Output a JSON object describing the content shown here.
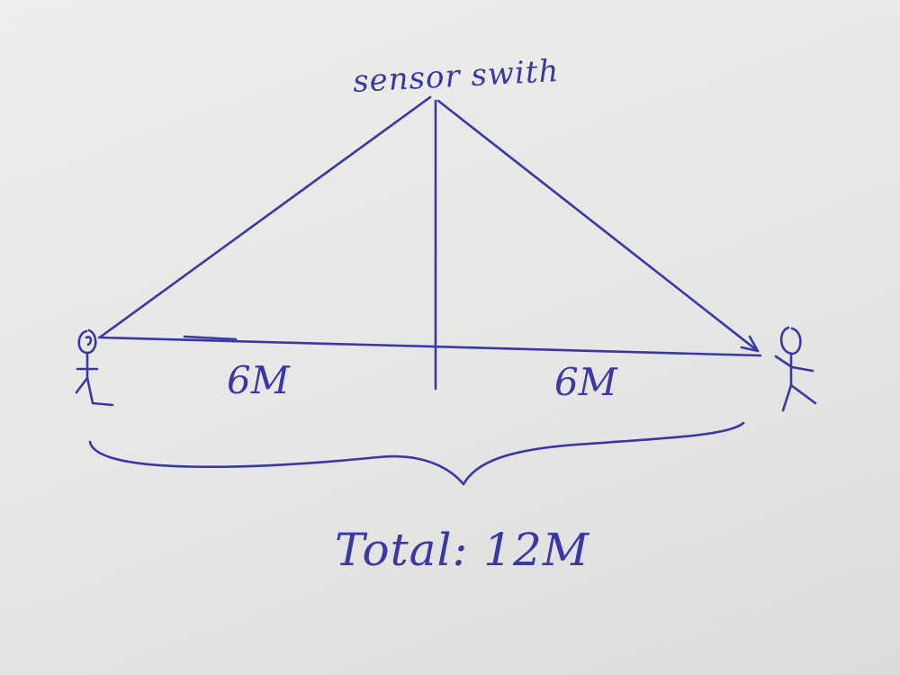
{
  "diagram": {
    "sensor_label": "sensor swith",
    "left_distance": "6M",
    "right_distance": "6M",
    "total_label": "Total: 12M"
  },
  "colors": {
    "ink": "#3a37a6",
    "paper": "#e9e9e7"
  }
}
